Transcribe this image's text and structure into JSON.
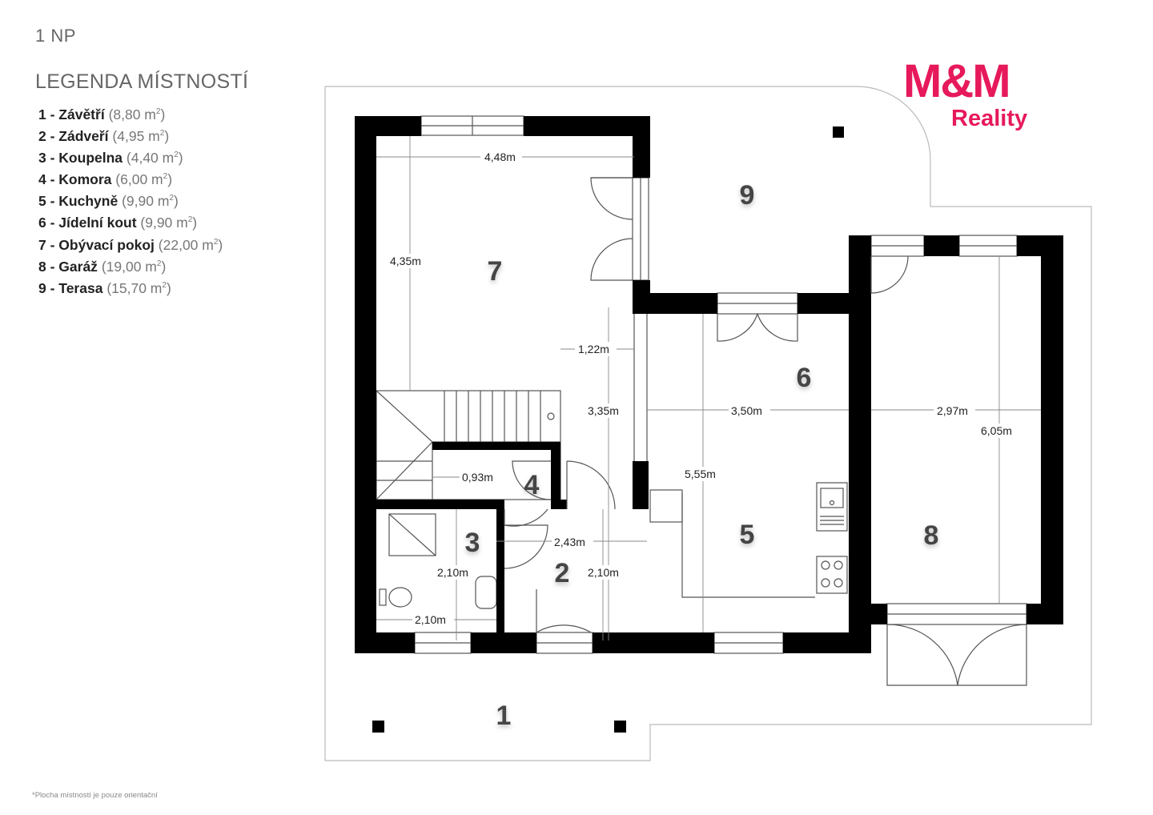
{
  "floor_label": "1 NP",
  "legend_title": "LEGENDA MÍSTNOSTÍ",
  "legend": [
    {
      "num": "1",
      "name": "Závětří",
      "area": "(8,80 m",
      "sup": "2",
      "close": ")"
    },
    {
      "num": "2",
      "name": "Zádveří",
      "area": "(4,95 m",
      "sup": "2",
      "close": ")"
    },
    {
      "num": "3",
      "name": "Koupelna",
      "area": "(4,40 m",
      "sup": "2",
      "close": ")"
    },
    {
      "num": "4",
      "name": "Komora",
      "area": "(6,00 m",
      "sup": "2",
      "close": ")"
    },
    {
      "num": "5",
      "name": "Kuchyně",
      "area": "(9,90 m",
      "sup": "2",
      "close": ")"
    },
    {
      "num": "6",
      "name": "Jídelní kout",
      "area": "(9,90 m",
      "sup": "2",
      "close": ")"
    },
    {
      "num": "7",
      "name": "Obývací pokoj",
      "area": "(22,00 m",
      "sup": "2",
      "close": ")"
    },
    {
      "num": "8",
      "name": "Garáž",
      "area": "(19,00 m",
      "sup": "2",
      "close": ")"
    },
    {
      "num": "9",
      "name": "Terasa",
      "area": "(15,70 m",
      "sup": "2",
      "close": ")"
    }
  ],
  "logo": {
    "brand": "M&M",
    "sub": "Reality",
    "color": "#e6195b"
  },
  "rooms": {
    "r1": "1",
    "r2": "2",
    "r3": "3",
    "r4": "4",
    "r5": "5",
    "r6": "6",
    "r7": "7",
    "r8": "8",
    "r9": "9"
  },
  "dimensions": {
    "living_width": "4,48m",
    "living_depth": "4,35m",
    "passage": "1,22m",
    "stair_hall": "3,35m",
    "dining_width": "3,50m",
    "garage_width": "2,97m",
    "garage_depth": "6,05m",
    "kitchen_depth": "5,55m",
    "pantry": "0,93m",
    "bath_depth": "2,10m",
    "bath_width": "2,10m",
    "entry_width": "2,43m",
    "entry_depth": "2,10m"
  },
  "footnote": "*Plocha místností je pouze orientační"
}
